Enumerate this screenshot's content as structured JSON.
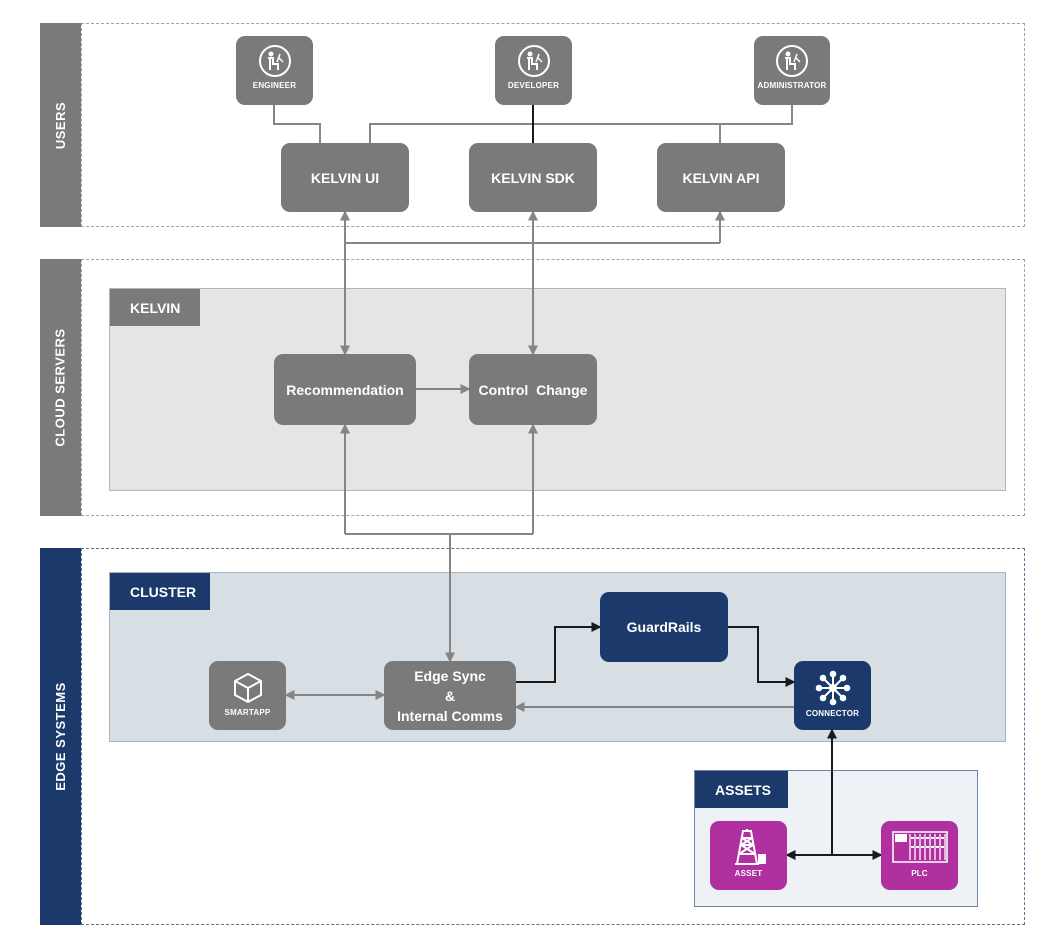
{
  "lanes": {
    "users": "USERS",
    "cloud": "CLOUD SERVERS",
    "edge": "EDGE SYSTEMS"
  },
  "users": {
    "engineer": "ENGINEER",
    "developer": "DEVELOPER",
    "administrator": "ADMINISTRATOR"
  },
  "interfaces": {
    "ui": "KELVIN UI",
    "sdk": "KELVIN SDK",
    "api": "KELVIN API"
  },
  "kelvin": {
    "tag": "KELVIN",
    "recommendation": "Recommendation",
    "control_change": "Control  Change"
  },
  "cluster": {
    "tag": "CLUSTER",
    "smartapp": "SMARTAPP",
    "edge_sync": [
      "Edge Sync",
      "&",
      "Internal Comms"
    ],
    "guardrails": "GuardRails",
    "connector": "CONNECTOR"
  },
  "assets": {
    "tag": "ASSETS",
    "asset": "ASSET",
    "plc": "PLC"
  },
  "colors": {
    "grey_node": "#7a7a7a",
    "navy": "#1b3a6b",
    "magenta": "#b0309f",
    "lane_grey": "#7a7a7a",
    "wire_grey": "#858585",
    "wire_dark": "#1a1a1a"
  },
  "icons": {
    "user": "user-at-desk-icon",
    "smartapp": "cube-icon",
    "connector": "hub-star-icon",
    "asset": "oil-rig-icon",
    "plc": "plc-rack-icon"
  }
}
